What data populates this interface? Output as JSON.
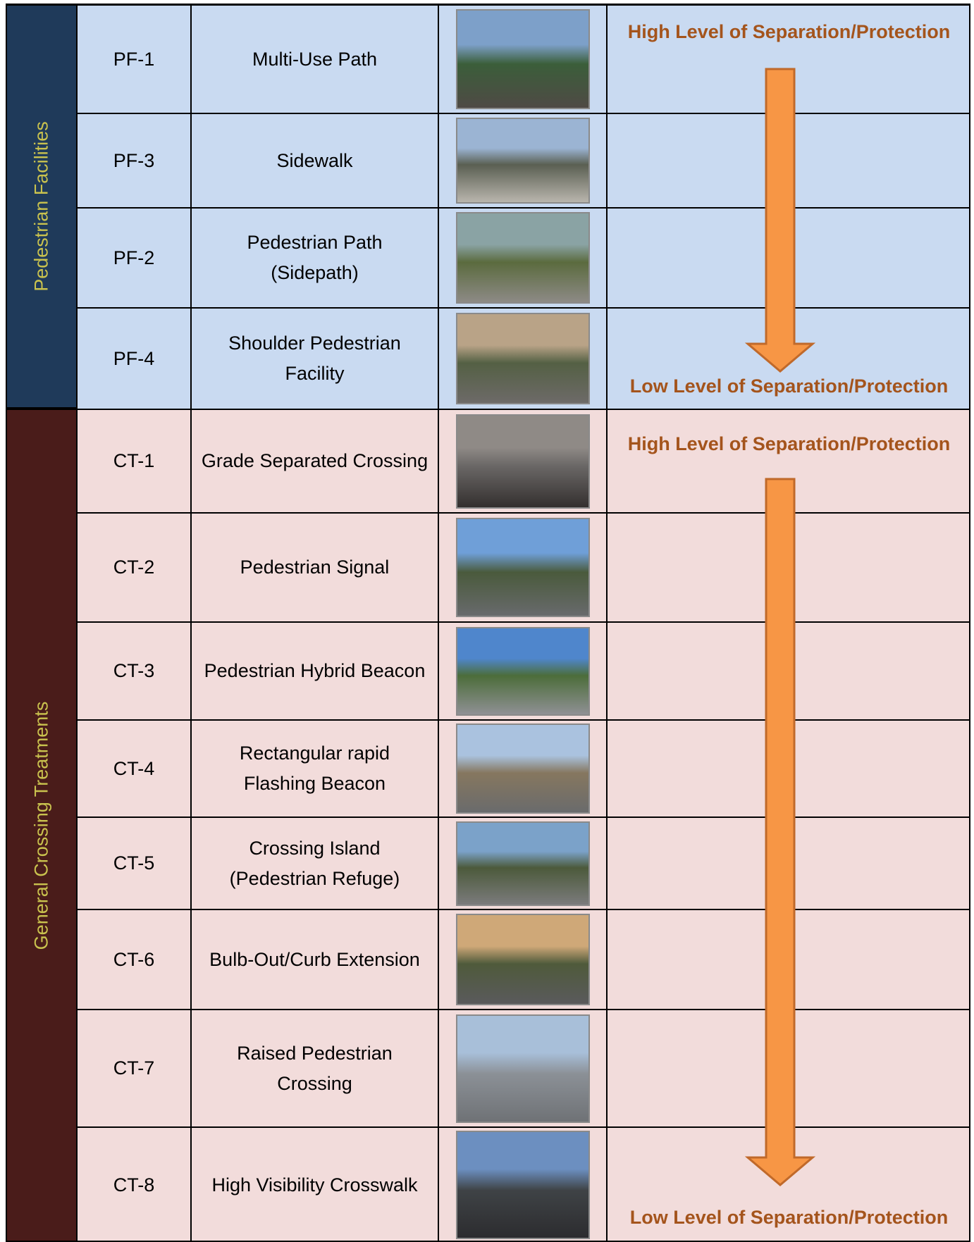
{
  "colors": {
    "pedestrian_band": "#1f3a5a",
    "crossing_band": "#4a1c1a",
    "band_text": "#c9c24e",
    "pedestrian_row_bg": "#c9daf1",
    "crossing_row_bg": "#f2dcdb",
    "level_text": "#a4541c",
    "arrow_fill": "#f79645",
    "arrow_stroke": "#c0692a"
  },
  "groups": [
    {
      "label": "Pedestrian Facilities",
      "high_label": "High Level of Separation/Protection",
      "low_label": "Low Level of Separation/Protection",
      "rows": [
        {
          "code": "PF-1",
          "name": "Multi-Use Path",
          "photo": "multi-use-path-photo"
        },
        {
          "code": "PF-3",
          "name": "Sidewalk",
          "photo": "sidewalk-photo"
        },
        {
          "code": "PF-2",
          "name": "Pedestrian Path\n(Sidepath)",
          "photo": "pedestrian-path-photo"
        },
        {
          "code": "PF-4",
          "name": "Shoulder Pedestrian\nFacility",
          "photo": "shoulder-facility-photo"
        }
      ]
    },
    {
      "label": "General Crossing Treatments",
      "high_label": "High Level of Separation/Protection",
      "low_label": "Low Level of Separation/Protection",
      "rows": [
        {
          "code": "CT-1",
          "name": "Grade Separated Crossing",
          "photo": "grade-separated-crossing-photo"
        },
        {
          "code": "CT-2",
          "name": "Pedestrian Signal",
          "photo": "pedestrian-signal-photo"
        },
        {
          "code": "CT-3",
          "name": "Pedestrian Hybrid Beacon",
          "photo": "hybrid-beacon-photo"
        },
        {
          "code": "CT-4",
          "name": "Rectangular rapid\nFlashing Beacon",
          "photo": "rrfb-photo"
        },
        {
          "code": "CT-5",
          "name": "Crossing Island\n(Pedestrian Refuge)",
          "photo": "crossing-island-photo"
        },
        {
          "code": "CT-6",
          "name": "Bulb-Out/Curb Extension",
          "photo": "bulb-out-photo"
        },
        {
          "code": "CT-7",
          "name": "Raised Pedestrian\nCrossing",
          "photo": "raised-crossing-photo"
        },
        {
          "code": "CT-8",
          "name": "High Visibility Crosswalk",
          "photo": "high-visibility-crosswalk-photo"
        }
      ]
    }
  ]
}
